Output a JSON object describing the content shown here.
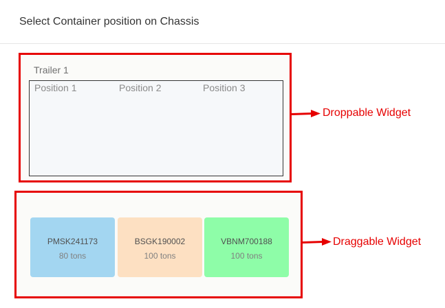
{
  "dialog": {
    "title": "Select Container position on Chassis"
  },
  "trailer": {
    "name": "Trailer 1",
    "positions": [
      "Position 1",
      "Position 2",
      "Position 3"
    ]
  },
  "containers": [
    {
      "id": "PMSK241173",
      "weight": "80 tons",
      "color": "#a3d6f1"
    },
    {
      "id": "BSGK190002",
      "weight": "100 tons",
      "color": "#fde0c2"
    },
    {
      "id": "VBNM700188",
      "weight": "100 tons",
      "color": "#8efda8"
    }
  ],
  "annotations": {
    "droppable": "Droppable Widget",
    "draggable": "Draggable Widget",
    "color": "#e60000"
  }
}
